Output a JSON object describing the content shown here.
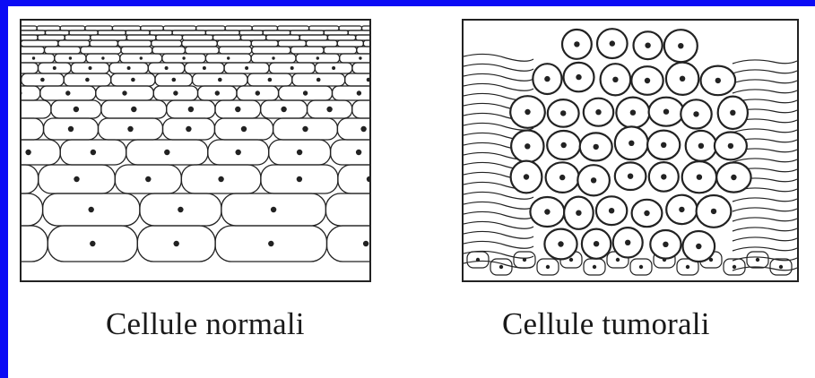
{
  "colors": {
    "border": "#0b0bf5",
    "background": "#ffffff",
    "ink": "#222222"
  },
  "panels": [
    {
      "id": "normal",
      "caption": "Cellule normali"
    },
    {
      "id": "tumor",
      "caption": "Cellule tumorali"
    }
  ]
}
